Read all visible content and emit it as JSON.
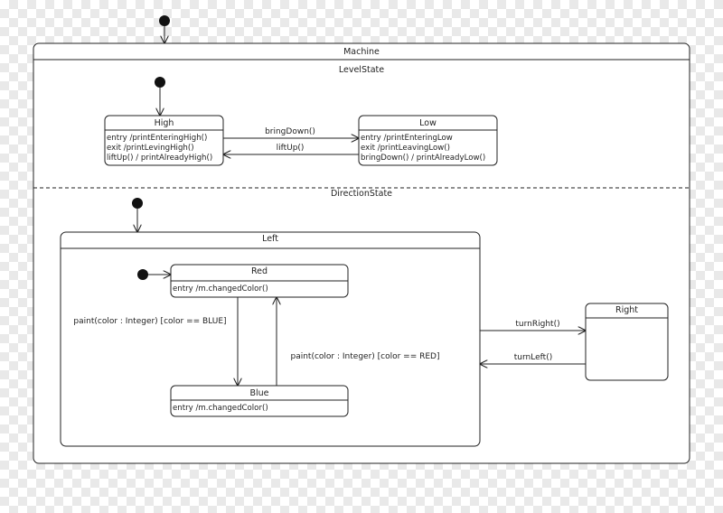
{
  "machine": {
    "title": "Machine",
    "level_region": {
      "title": "LevelState",
      "high": {
        "name": "High",
        "actions": [
          "entry /printEnteringHigh()",
          "exit /printLevingHigh()",
          "liftUp() / printAlreadyHigh()"
        ]
      },
      "low": {
        "name": "Low",
        "actions": [
          "entry /printEnteringLow",
          "exit /printLeavingLow()",
          "bringDown() / printAlreadyLow()"
        ]
      },
      "transitions": {
        "bring_down": "bringDown()",
        "lift_up": "liftUp()"
      }
    },
    "direction_region": {
      "title": "DirectionState",
      "left": {
        "name": "Left",
        "red": {
          "name": "Red",
          "actions": [
            "entry /m.changedColor()"
          ]
        },
        "blue": {
          "name": "Blue",
          "actions": [
            "entry /m.changedColor()"
          ]
        },
        "transitions": {
          "to_blue": "paint(color : Integer) [color == BLUE]",
          "to_red": "paint(color : Integer) [color == RED]"
        }
      },
      "right": {
        "name": "Right"
      },
      "transitions": {
        "turn_right": "turnRight()",
        "turn_left": "turnLeft()"
      }
    }
  },
  "colors": {
    "stroke": "#222222",
    "region_fill": "#ffffff"
  }
}
